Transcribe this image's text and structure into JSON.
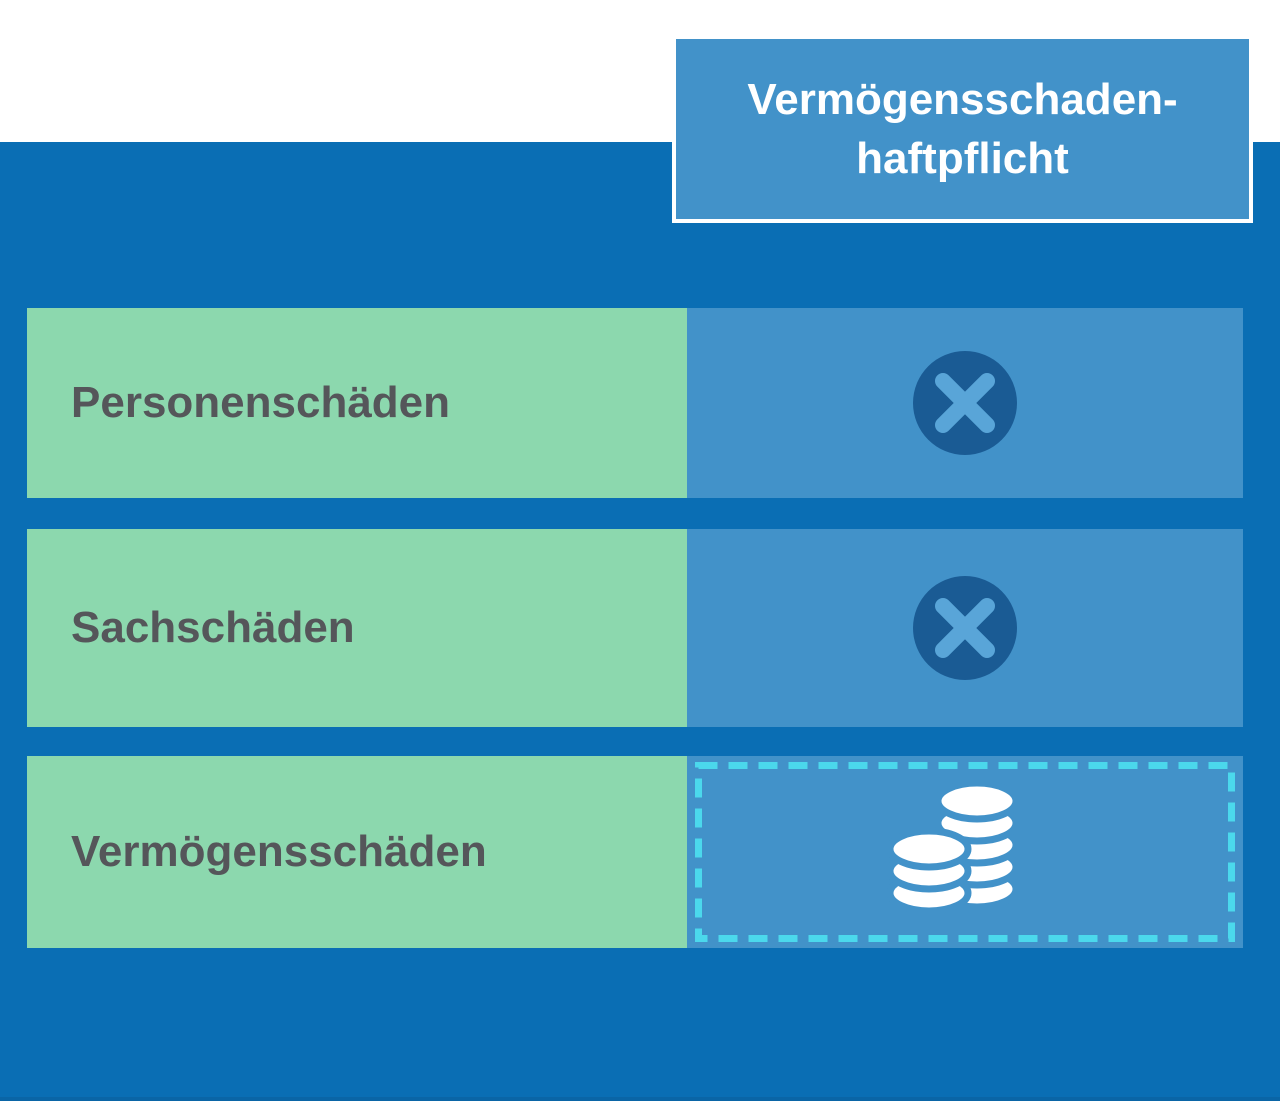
{
  "header": {
    "title_line1": "Vermögensschaden-",
    "title_line2": "haftpflicht"
  },
  "rows": [
    {
      "label": "Personenschäden",
      "icon": "x-circle-icon"
    },
    {
      "label": "Sachschäden",
      "icon": "x-circle-icon"
    },
    {
      "label": "Vermögensschäden",
      "icon": "coins-icon"
    }
  ],
  "colors": {
    "background_blue": "#0a6eb4",
    "panel_blue": "#4292c9",
    "row_green": "#8cd8ae",
    "x_circle_blue": "#1a5b94",
    "x_mark_blue": "#59a5d8",
    "dashed_border_cyan": "#4bd8ec",
    "label_gray": "#55565a",
    "coin_white": "#ffffff",
    "title_white": "#ffffff"
  }
}
